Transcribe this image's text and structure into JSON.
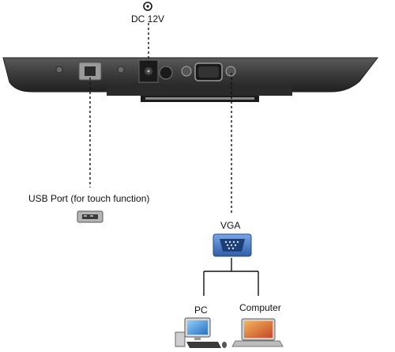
{
  "labels": {
    "dc": "DC 12V",
    "usb": "USB Port (for touch function)",
    "vga": "VGA",
    "pc": "PC",
    "computer": "Computer"
  },
  "icons": {
    "dc_symbol": "dc-power-symbol-icon",
    "usb_port": "usb-port-icon",
    "vga_connector": "vga-connector-icon",
    "pc": "desktop-pc-icon",
    "computer": "laptop-icon"
  },
  "colors": {
    "panel": "#3a3a3a",
    "panel_edge": "#1e1e1e",
    "vga_blue": "#4a79c4",
    "usb_gray": "#9a9a9a",
    "laptop_screen": "#e07a38",
    "pc_screen": "#3a8fd8"
  }
}
